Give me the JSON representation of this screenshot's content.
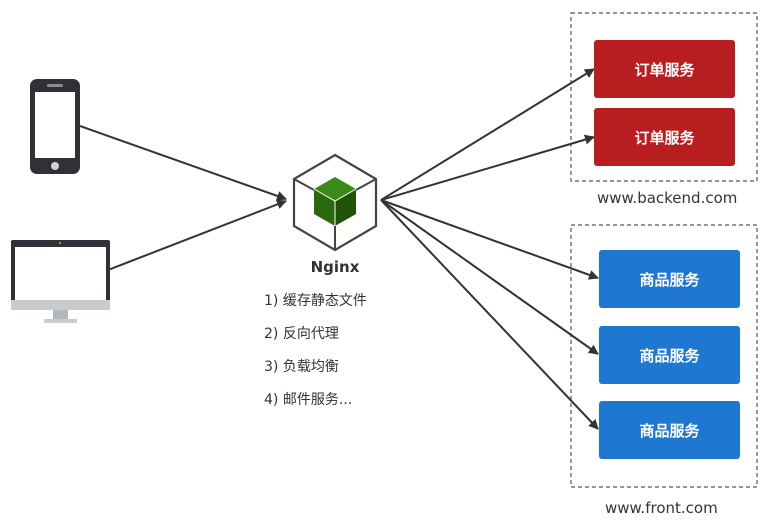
{
  "nginx": {
    "title": "Nginx",
    "features": [
      "1) 缓存静态文件",
      "2) 反向代理",
      "3) 负载均衡",
      "4) 邮件服务..."
    ]
  },
  "backend": {
    "domain": "www.backend.com",
    "services": [
      "订单服务",
      "订单服务"
    ]
  },
  "front": {
    "domain": "www.front.com",
    "services": [
      "商品服务",
      "商品服务",
      "商品服务"
    ]
  },
  "colors": {
    "order": "#b81d1f",
    "product": "#1e77d1",
    "nginx_cube": "#2a6a0c",
    "arrow": "#333333"
  },
  "icons": {
    "phone": "mobile-phone-icon",
    "desktop": "desktop-monitor-icon",
    "nginx": "nginx-cube-icon"
  }
}
